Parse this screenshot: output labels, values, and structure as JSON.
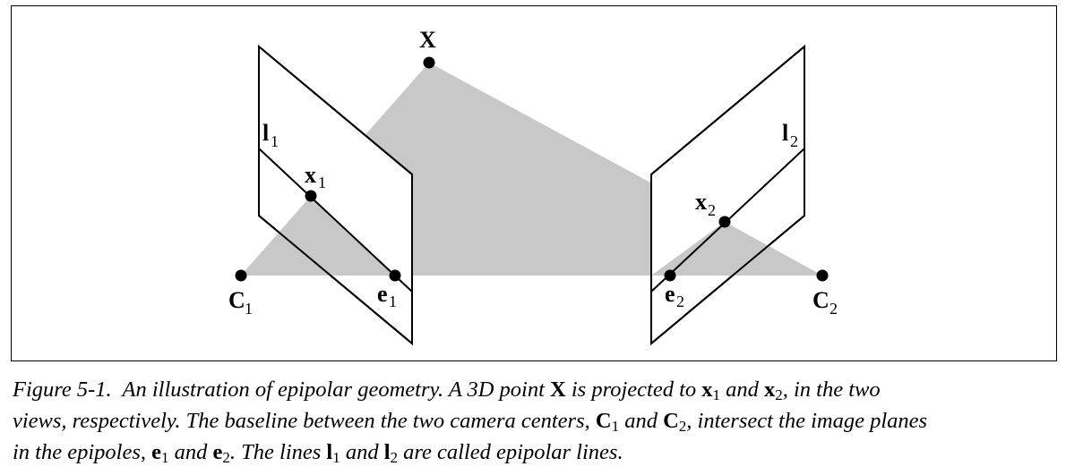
{
  "figure": {
    "labels": {
      "X": "X",
      "x": "x",
      "C": "C",
      "e": "e",
      "l": "l",
      "sub_1": "1",
      "sub_2": "2"
    },
    "colors": {
      "shade": "#c8c8c8",
      "ink": "#000000",
      "background": "#ffffff"
    }
  },
  "caption": {
    "figure_number": "Figure 5-1.",
    "segments": [
      "An illustration of epipolar geometry. A 3D point ",
      "X",
      " is projected to ",
      "x",
      "1",
      " and ",
      "x",
      "2",
      ", in the two",
      "views, respectively. The baseline between the two camera centers, ",
      "C",
      "1",
      " and ",
      "C",
      "2",
      ", intersect the image planes",
      "in the epipoles, ",
      "e",
      "1",
      " and ",
      "e",
      "2",
      ". The lines ",
      "l",
      "1",
      " and ",
      "l",
      "2",
      " are called epipolar lines."
    ]
  }
}
